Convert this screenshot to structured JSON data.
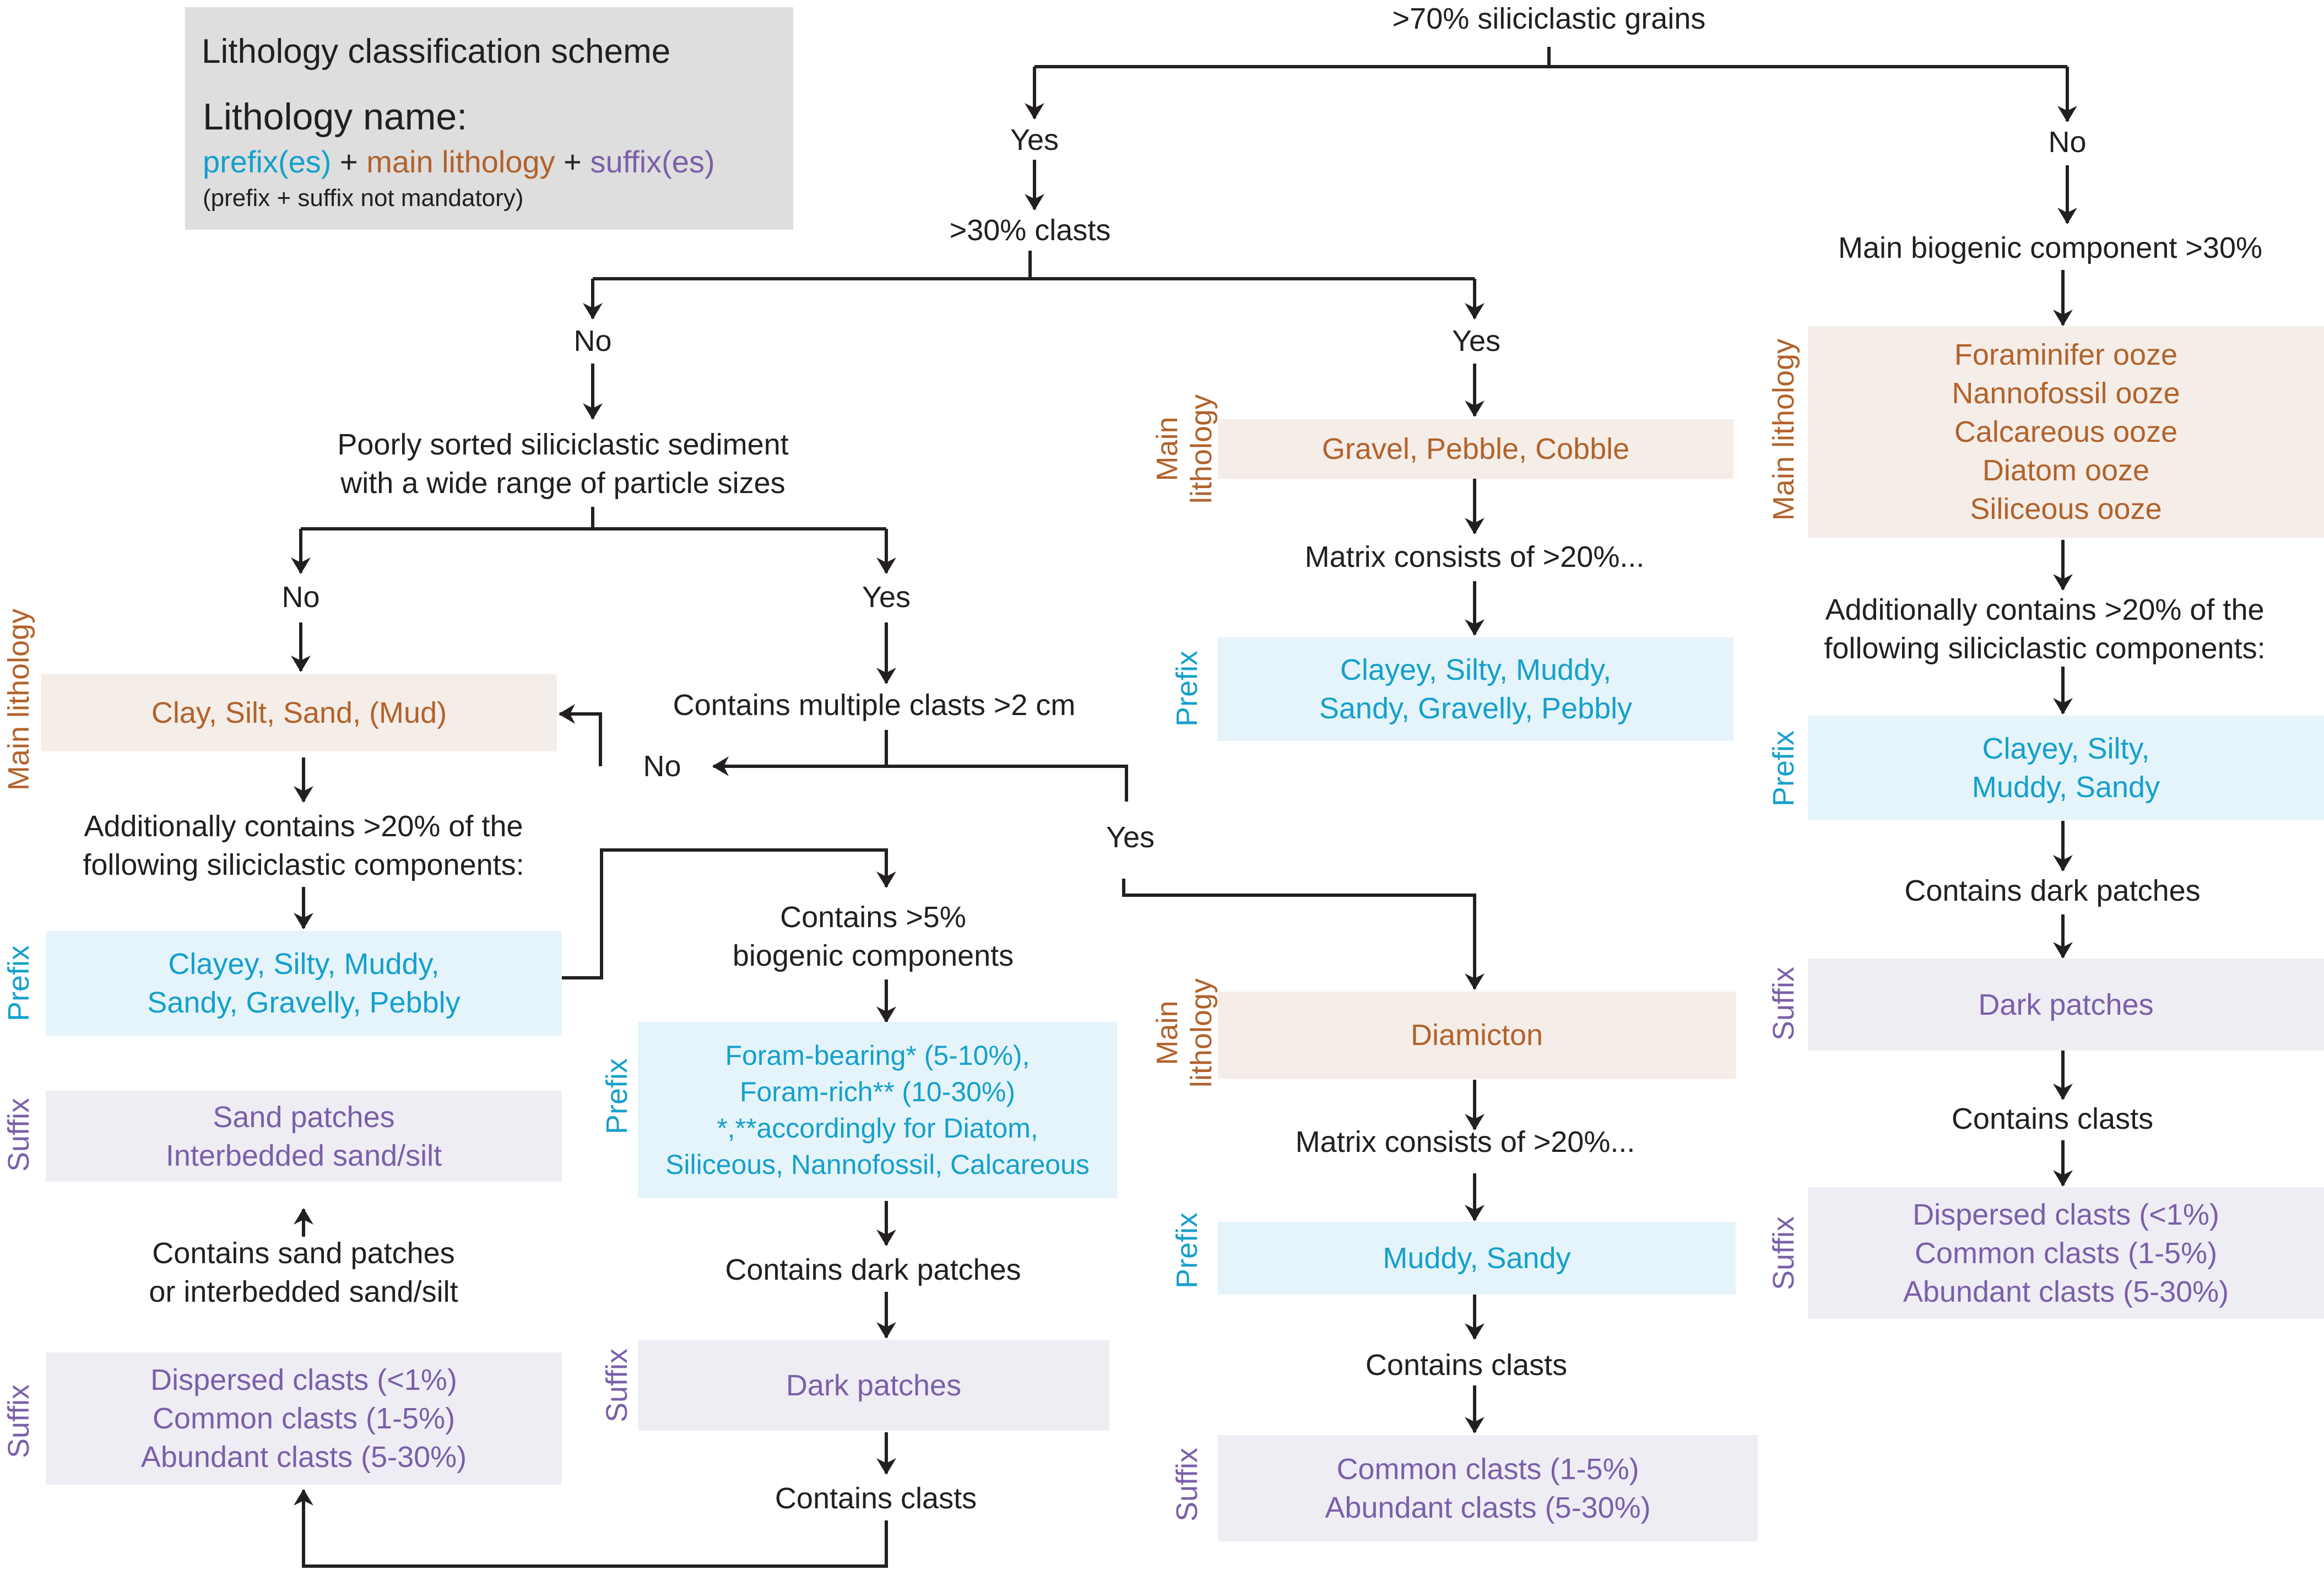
{
  "legend": {
    "title": "Lithology classification scheme",
    "name_label": "Lithology name:",
    "formula": {
      "prefix": "prefix(es)",
      "plus1": " + ",
      "main": "main lithology",
      "plus2": " + ",
      "suffix": "suffix(es)"
    },
    "note": "(prefix + suffix not mandatory)"
  },
  "colors": {
    "main_lithology": "#b1622b",
    "prefix": "#14a0cc",
    "suffix": "#7b5fa9",
    "legend_bg": "#dedede"
  },
  "category_labels": {
    "main": "Main lithology",
    "main_line1": "Main",
    "main_line2": "lithology",
    "prefix": "Prefix",
    "suffix": "Suffix"
  },
  "nodes": {
    "root": ">70% siliciclastic grains",
    "root_yes": "Yes",
    "root_no": "No",
    "clasts30": ">30% clasts",
    "clasts30_no": "No",
    "clasts30_yes": "Yes",
    "poorly_sorted": [
      "Poorly sorted siliciclastic sediment",
      "with a wide range of particle sizes"
    ],
    "poorly_no": "No",
    "poorly_yes": "Yes",
    "multi_clasts": "Contains multiple clasts >2 cm",
    "multi_no": "No",
    "multi_yes": "Yes",
    "main_biogenic": "Main biogenic component >30%"
  },
  "left_branch": {
    "main_box": "Clay, Silt, Sand, (Mud)",
    "additionally": [
      "Additionally contains >20% of the",
      "following siliciclastic components:"
    ],
    "prefix_box": [
      "Clayey, Silty, Muddy,",
      "Sandy, Gravelly, Pebbly"
    ],
    "suffix_patches_box": [
      "Sand patches",
      "Interbedded sand/silt"
    ],
    "contains_patches": [
      "Contains sand patches",
      "or interbedded sand/silt"
    ],
    "suffix_clasts_box": [
      "Dispersed clasts (<1%)",
      "Common clasts (1-5%)",
      "Abundant clasts (5-30%)"
    ]
  },
  "middle_branch": {
    "biogenic5": [
      "Contains >5%",
      "biogenic components"
    ],
    "prefix_box": [
      "Foram-bearing* (5-10%),",
      "Foram-rich** (10-30%)",
      "*,**accordingly for Diatom,",
      "Siliceous, Nannofossil, Calcareous"
    ],
    "dark_patches_q": "Contains dark patches",
    "suffix_box": "Dark patches",
    "clasts_q": "Contains clasts"
  },
  "gravel_branch": {
    "main_box": "Gravel, Pebble, Cobble",
    "matrix": "Matrix consists of >20%...",
    "prefix_box": [
      "Clayey, Silty, Muddy,",
      "Sandy, Gravelly, Pebbly"
    ]
  },
  "diamicton_branch": {
    "main_box": "Diamicton",
    "matrix": "Matrix consists of >20%...",
    "prefix_box": "Muddy, Sandy",
    "clasts_q": "Contains clasts",
    "suffix_box": [
      "Common clasts (1-5%)",
      "Abundant clasts (5-30%)"
    ]
  },
  "biogenic_branch": {
    "main_box": [
      "Foraminifer ooze",
      "Nannofossil ooze",
      "Calcareous ooze",
      "Diatom ooze",
      "Siliceous ooze"
    ],
    "additionally": [
      "Additionally contains >20% of the",
      "following siliciclastic components:"
    ],
    "prefix_box": [
      "Clayey, Silty,",
      "Muddy, Sandy"
    ],
    "dark_patches_q": "Contains dark patches",
    "suffix_dark_box": "Dark patches",
    "clasts_q": "Contains clasts",
    "suffix_clasts_box": [
      "Dispersed clasts (<1%)",
      "Common clasts (1-5%)",
      "Abundant clasts (5-30%)"
    ]
  }
}
